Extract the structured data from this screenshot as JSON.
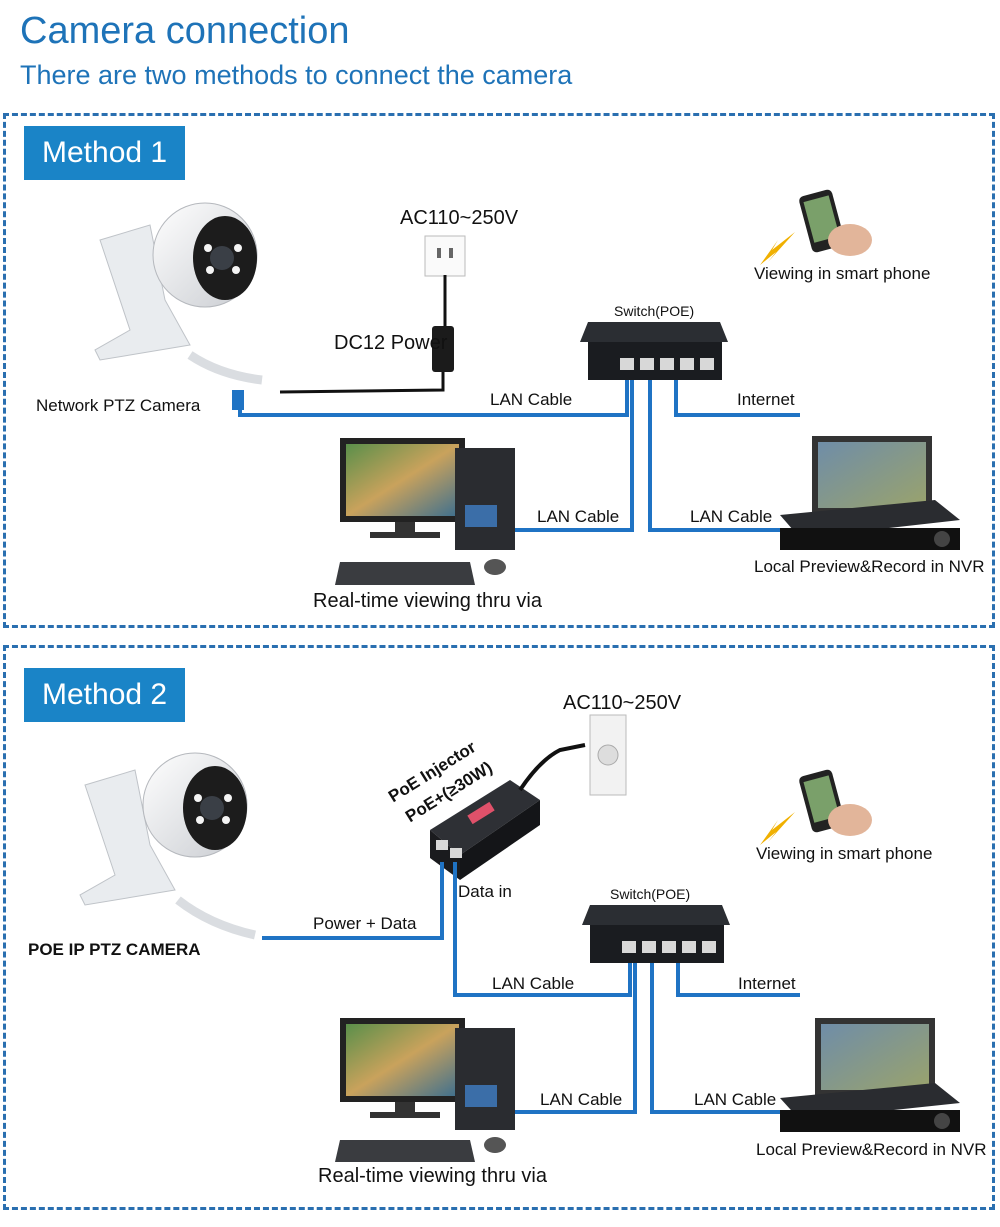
{
  "header": {
    "title": "Camera connection",
    "subtitle": "There are two methods to connect the camera"
  },
  "method1": {
    "tag": "Method 1",
    "power_label": "AC110~250V",
    "adapter_label": "DC12 Power",
    "camera_label": "Network PTZ Camera",
    "switch_label": "Switch(POE)",
    "phone_label": "Viewing in smart phone",
    "lan_cable_1": "LAN Cable",
    "internet_label": "Internet",
    "lan_cable_2": "LAN Cable",
    "lan_cable_3": "LAN Cable",
    "nvr_label": "Local Preview&Record in NVR",
    "pc_label": "Real-time viewing thru via"
  },
  "method2": {
    "tag": "Method 2",
    "power_label": "AC110~250V",
    "injector_label_1": "PoE Injector",
    "injector_label_2": "PoE+(≥30W)",
    "data_in_label": "Data in",
    "power_data_label": "Power + Data",
    "camera_label": "POE IP PTZ CAMERA",
    "switch_label": "Switch(POE)",
    "phone_label": "Viewing in smart phone",
    "lan_cable_1": "LAN Cable",
    "internet_label": "Internet",
    "lan_cable_2": "LAN Cable",
    "lan_cable_3": "LAN Cable",
    "nvr_label": "Local Preview&Record in NVR",
    "pc_label": "Real-time viewing thru via"
  },
  "colors": {
    "accent": "#1e73b8",
    "cable": "#1f73c4",
    "tag_bg": "#1a84c7"
  }
}
